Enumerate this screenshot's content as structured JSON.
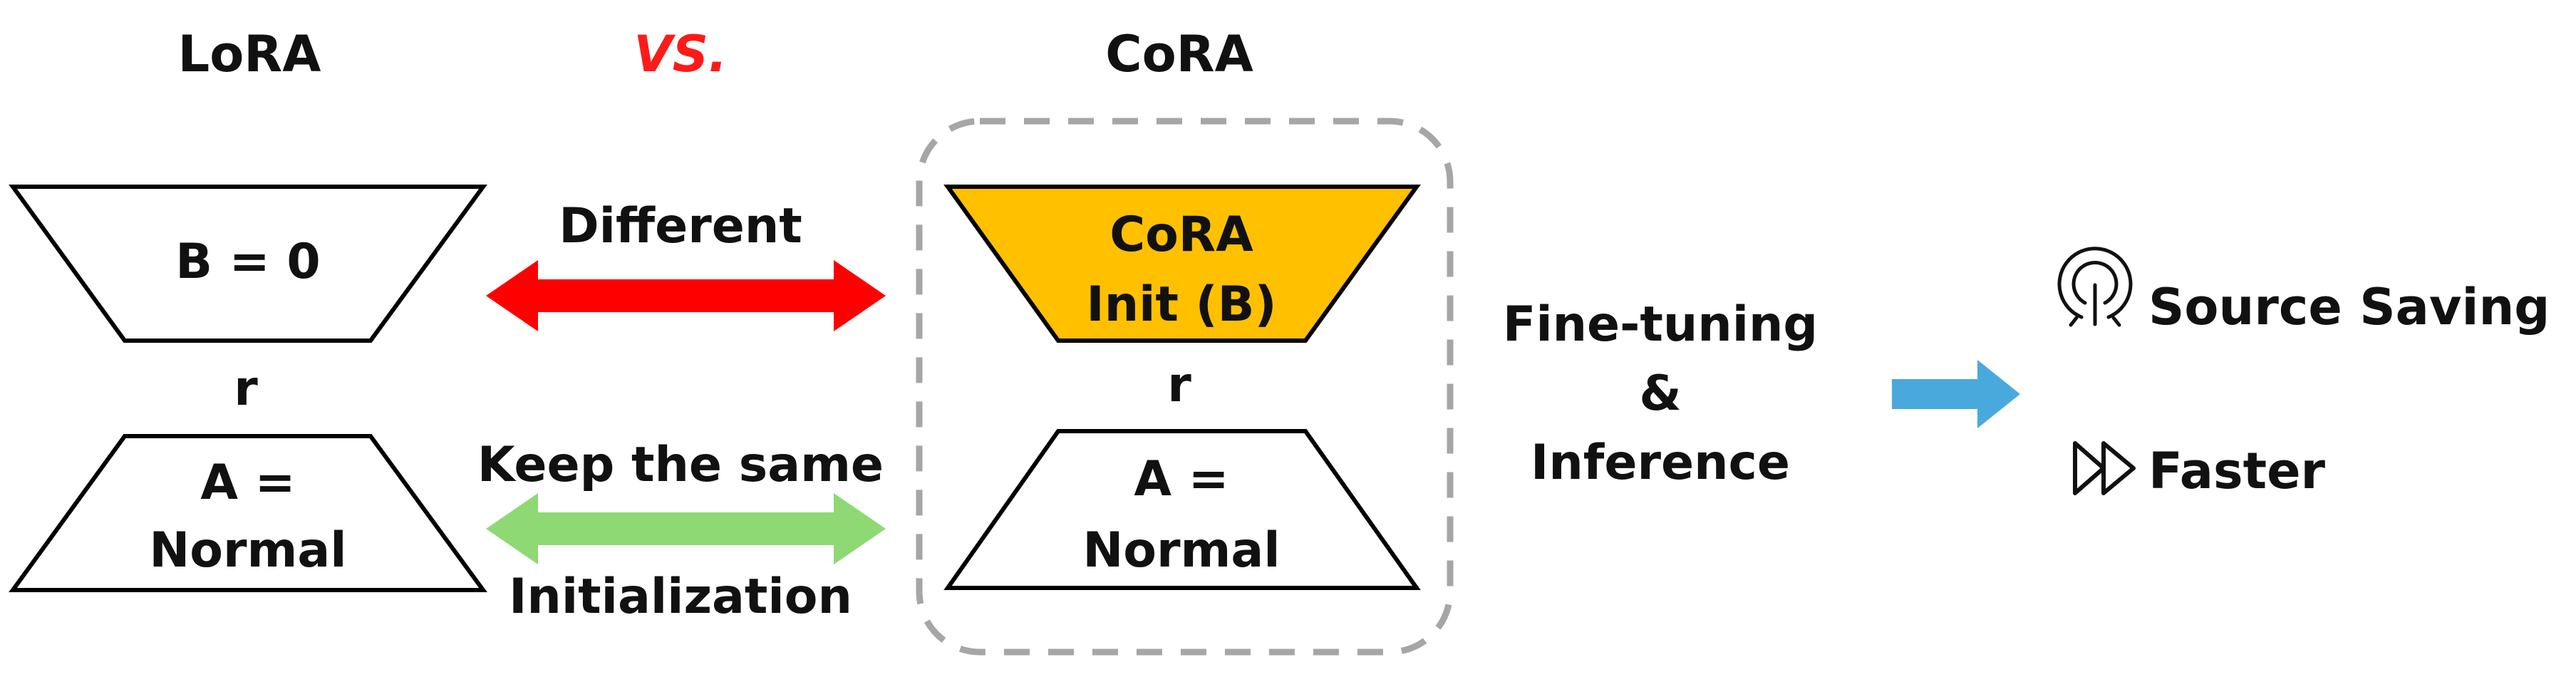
{
  "headers": {
    "lora": "LoRA",
    "vs": "VS.",
    "cora": "CoRA"
  },
  "lora": {
    "b_label": "B = 0",
    "rank_label": "r",
    "a_line1": "A =",
    "a_line2": "Normal"
  },
  "middle": {
    "different_label": "Different",
    "same_line1": "Keep the same",
    "same_line2": "Initialization"
  },
  "cora": {
    "b_line1": "CoRA",
    "b_line2": "Init (B)",
    "rank_label": "r",
    "a_line1": "A =",
    "a_line2": "Normal"
  },
  "process": {
    "line1": "Fine-tuning",
    "line2": "&",
    "line3": "Inference"
  },
  "benefits": {
    "saving_label": "Source Saving",
    "saving_icon": "power-gauge-icon",
    "faster_label": "Faster",
    "faster_icon": "fast-forward-icon"
  },
  "colors": {
    "vs_red": "#ff1a1a",
    "different_arrow": "#ff0000",
    "same_arrow": "#8ed973",
    "cora_b_fill": "#ffc000",
    "pipeline_arrow": "#4aa9dc",
    "dashed_box": "#a6a6a6"
  }
}
